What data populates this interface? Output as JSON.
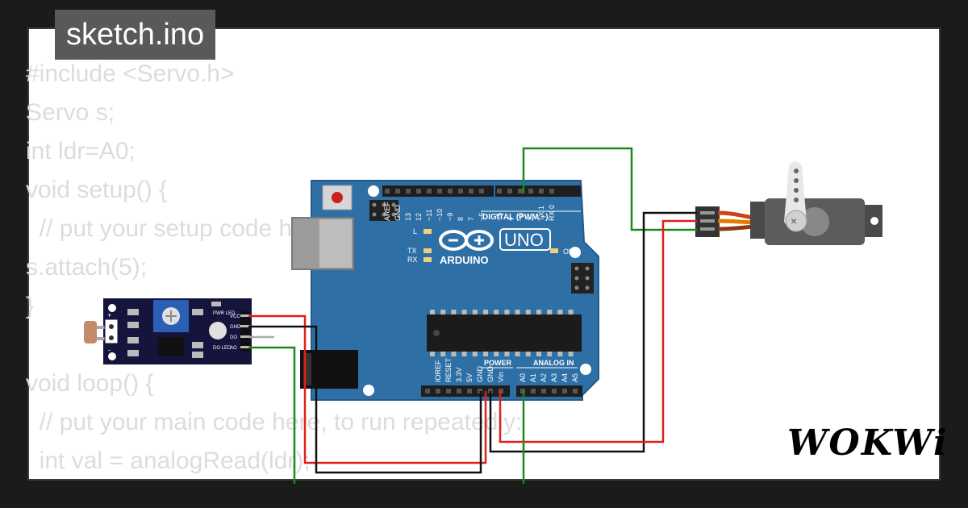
{
  "tab": {
    "filename": "sketch.ino"
  },
  "code_lines": [
    "#include <Servo.h>",
    "Servo s;",
    "int ldr=A0;",
    "void setup() {",
    "  // put your setup code here, to run once:",
    "s.attach(5);",
    "}",
    "",
    "void loop() {",
    "  // put your main code here, to run repeatedly:",
    "  int val = analogRead(ldr);"
  ],
  "arduino": {
    "brand": "ARDUINO",
    "model": "UNO",
    "on_label": "ON",
    "l_label": "L",
    "tx_label": "TX",
    "rx_label": "RX",
    "digital_label": "DIGITAL (PWM ~)",
    "power_label": "POWER",
    "analog_label": "ANALOG IN",
    "top_pins": [
      "AREF",
      "GND",
      "13",
      "12",
      "~11",
      "~10",
      "~9",
      "8",
      "7",
      "~6",
      "~5",
      "4",
      "~3",
      "2",
      "TX 1",
      "RX 0"
    ],
    "power_pins": [
      "IOREF",
      "RESET",
      "3.3V",
      "5V",
      "GND",
      "GND",
      "Vin"
    ],
    "analog_pins": [
      "A0",
      "A1",
      "A2",
      "A3",
      "A4",
      "A5"
    ]
  },
  "ldr_module": {
    "labels": [
      "VCC",
      "GND",
      "DO",
      "AO"
    ],
    "pwr_led": "PWR LED",
    "do_led": "DO LED",
    "plus": "+",
    "minus": "-"
  },
  "brand_logo": "WOKWi",
  "colors": {
    "board": "#2e6fa6",
    "board_dark": "#1f5a8c",
    "wire_red": "#e0201b",
    "wire_black": "#111111",
    "wire_green": "#1a8a1a",
    "servo": "#5c5c5c",
    "servo_horn": "#e8e8e8",
    "code_text": "#dcdcdc",
    "tab_bg": "#595959"
  }
}
